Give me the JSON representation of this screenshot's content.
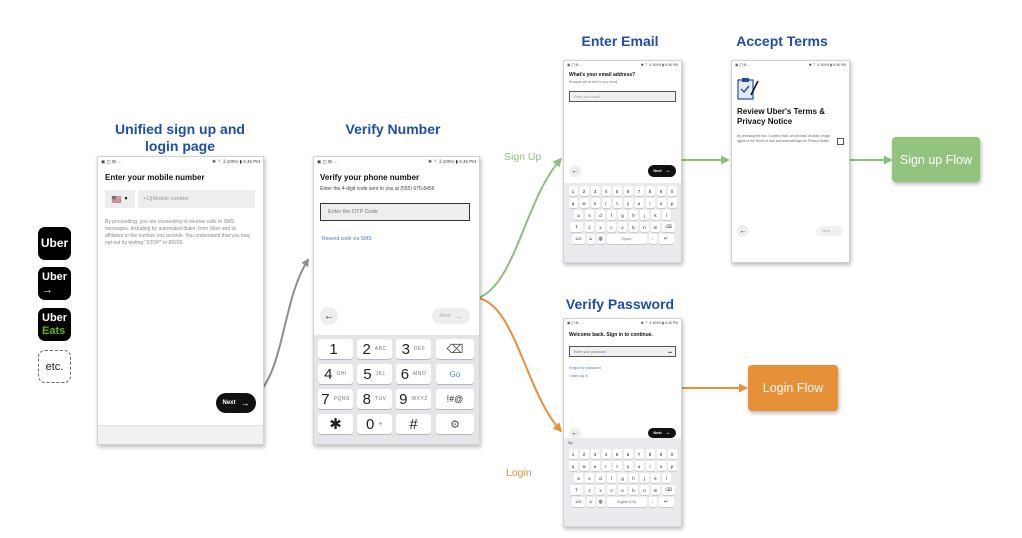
{
  "colors": {
    "title_blue": "#1f4ea8",
    "signup_green": "#8cc17a",
    "signup_box": "#93c47d",
    "login_orange": "#e69138",
    "login_box": "#e69138",
    "arrow_gray": "#8d8d8d",
    "link_blue": "#4a79c9"
  },
  "titles": {
    "unified": "Unified sign up and login page",
    "verify_number": "Verify Number",
    "enter_email": "Enter Email",
    "accept_terms": "Accept Terms",
    "verify_password": "Verify Password"
  },
  "branch_labels": {
    "signup": "Sign Up",
    "login": "Login"
  },
  "flow_boxes": {
    "signup": "Sign up Flow",
    "login": "Login Flow"
  },
  "brand_tiles": [
    {
      "lines": [
        "Uber"
      ],
      "icon": "none"
    },
    {
      "lines": [
        "Uber"
      ],
      "icon": "arrow-right-icon"
    },
    {
      "lines": [
        "Uber",
        "Eats"
      ],
      "icon": "none"
    },
    {
      "lines": [
        "etc."
      ],
      "icon": "none"
    }
  ],
  "status_bar": {
    "left": "▣ ◫ ⊞ …",
    "right": "✱ ⊤ .il 100% ▮ 6:45 PM"
  },
  "screen1": {
    "heading": "Enter your mobile number",
    "flag": "🇺🇸",
    "country_code": "+1",
    "placeholder": "Mobile number",
    "consent": "By proceeding, you are consenting to receive calls or SMS messages, including by automated dialer, from Uber and its affiliates to the number you provide. You understand that you may opt out by texting \"STOP\" to 89203.",
    "next": "Next"
  },
  "screen2": {
    "heading": "Verify your phone number",
    "subheading": "Enter the 4-digit code sent to you at (555) 675-8456",
    "placeholder": "Enter the OTP Code",
    "resend": "Resend code via SMS",
    "next": "Next",
    "keypad": [
      {
        "digit": "1",
        "letters": ""
      },
      {
        "digit": "2",
        "letters": "ABC"
      },
      {
        "digit": "3",
        "letters": "DEF"
      },
      {
        "digit": "4",
        "letters": "GHI"
      },
      {
        "digit": "5",
        "letters": "JKL"
      },
      {
        "digit": "6",
        "letters": "MNO"
      },
      {
        "digit": "7",
        "letters": "PQRS"
      },
      {
        "digit": "8",
        "letters": "TUV"
      },
      {
        "digit": "9",
        "letters": "WXYZ"
      },
      {
        "digit": "✱",
        "letters": ""
      },
      {
        "digit": "0",
        "letters": "+"
      },
      {
        "digit": "#",
        "letters": ""
      }
    ],
    "go": "Go",
    "symbols": "!#@"
  },
  "screen_email": {
    "heading": "What's your email address?",
    "subheading": "Receipts will be sent to your email",
    "placeholder": "Enter your email",
    "next": "Next"
  },
  "screen_terms": {
    "heading": "Review Uber's Terms & Privacy Notice",
    "body": "By checking the box, I confirm that I am at least 18 years of age, agree to the Terms of Use and acknowledge the Privacy Notice.",
    "next": "Next"
  },
  "screen_password": {
    "heading": "Welcome back. Sign in to continue.",
    "placeholder": "Enter your password",
    "forgot": "Forgot my password",
    "alt": "I want log in",
    "next": "Next"
  },
  "keyboard": {
    "row0": [
      "1",
      "2",
      "3",
      "4",
      "5",
      "6",
      "7",
      "8",
      "9",
      "0"
    ],
    "row1": [
      "q",
      "w",
      "e",
      "r",
      "t",
      "y",
      "u",
      "i",
      "o",
      "p"
    ],
    "row2": [
      "a",
      "s",
      "d",
      "f",
      "g",
      "h",
      "j",
      "k",
      "l"
    ],
    "row3": [
      "⇧",
      "z",
      "x",
      "c",
      "v",
      "b",
      "n",
      "m",
      "⌫"
    ],
    "row4_left": "123",
    "space_email": "Space",
    "space_password": "English (US)"
  }
}
